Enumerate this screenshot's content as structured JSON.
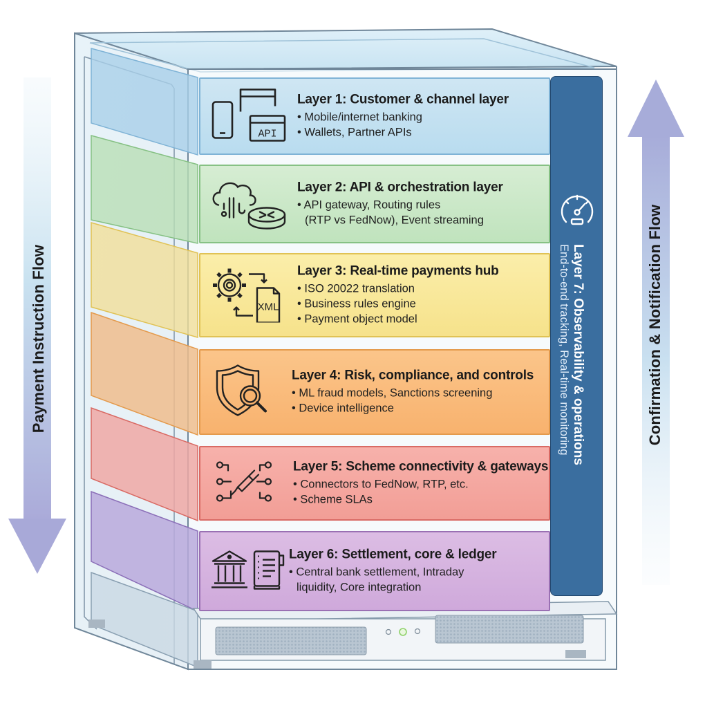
{
  "diagram": {
    "flows": {
      "left": {
        "label": "Payment Instruction Flow",
        "direction": "down"
      },
      "right": {
        "label": "Confirmation & Notification Flow",
        "direction": "up"
      }
    },
    "layers": [
      {
        "title": "Layer 1: Customer & channel layer",
        "bullets": [
          "Mobile/internet banking",
          "Wallets, Partner APIs"
        ],
        "icon": "devices-api-icon",
        "icon_text": "API",
        "color": "#bfdff0"
      },
      {
        "title": "Layer 2: API & orchestration layer",
        "bullets": [
          "API gateway, Routing rules",
          "(RTP vs FedNow), Event streaming"
        ],
        "icon": "cloud-router-icon",
        "color": "#c5e5c1"
      },
      {
        "title": "Layer 3: Real-time payments hub",
        "bullets": [
          "ISO 20022 translation",
          "Business rules engine",
          "Payment object model"
        ],
        "icon": "gear-xml-icon",
        "icon_text": "XML",
        "color": "#f7e592"
      },
      {
        "title": "Layer 4: Risk, compliance, and controls",
        "bullets": [
          "ML fraud models, Sanctions screening",
          "Device intelligence"
        ],
        "icon": "shield-search-icon",
        "color": "#f9b977"
      },
      {
        "title": "Layer 5: Scheme connectivity & gateways",
        "bullets": [
          "Connectors to FedNow, RTP, etc.",
          "Scheme SLAs"
        ],
        "icon": "plug-connector-icon",
        "color": "#f3a39b"
      },
      {
        "title": "Layer 6: Settlement, core & ledger",
        "bullets": [
          "Central bank settlement, Intraday",
          "liquidity, Core integration"
        ],
        "icon": "bank-ledger-icon",
        "color": "#d3afdd"
      }
    ],
    "layer7": {
      "title": "Layer 7: Observability & operations",
      "description": "End-to-end tracking, Real-time monitoring",
      "icon": "gauge-icon",
      "color": "#3a6e9f"
    },
    "server_base": {
      "indicator_lights": 3,
      "active_light_color": "#8fd16a"
    }
  }
}
